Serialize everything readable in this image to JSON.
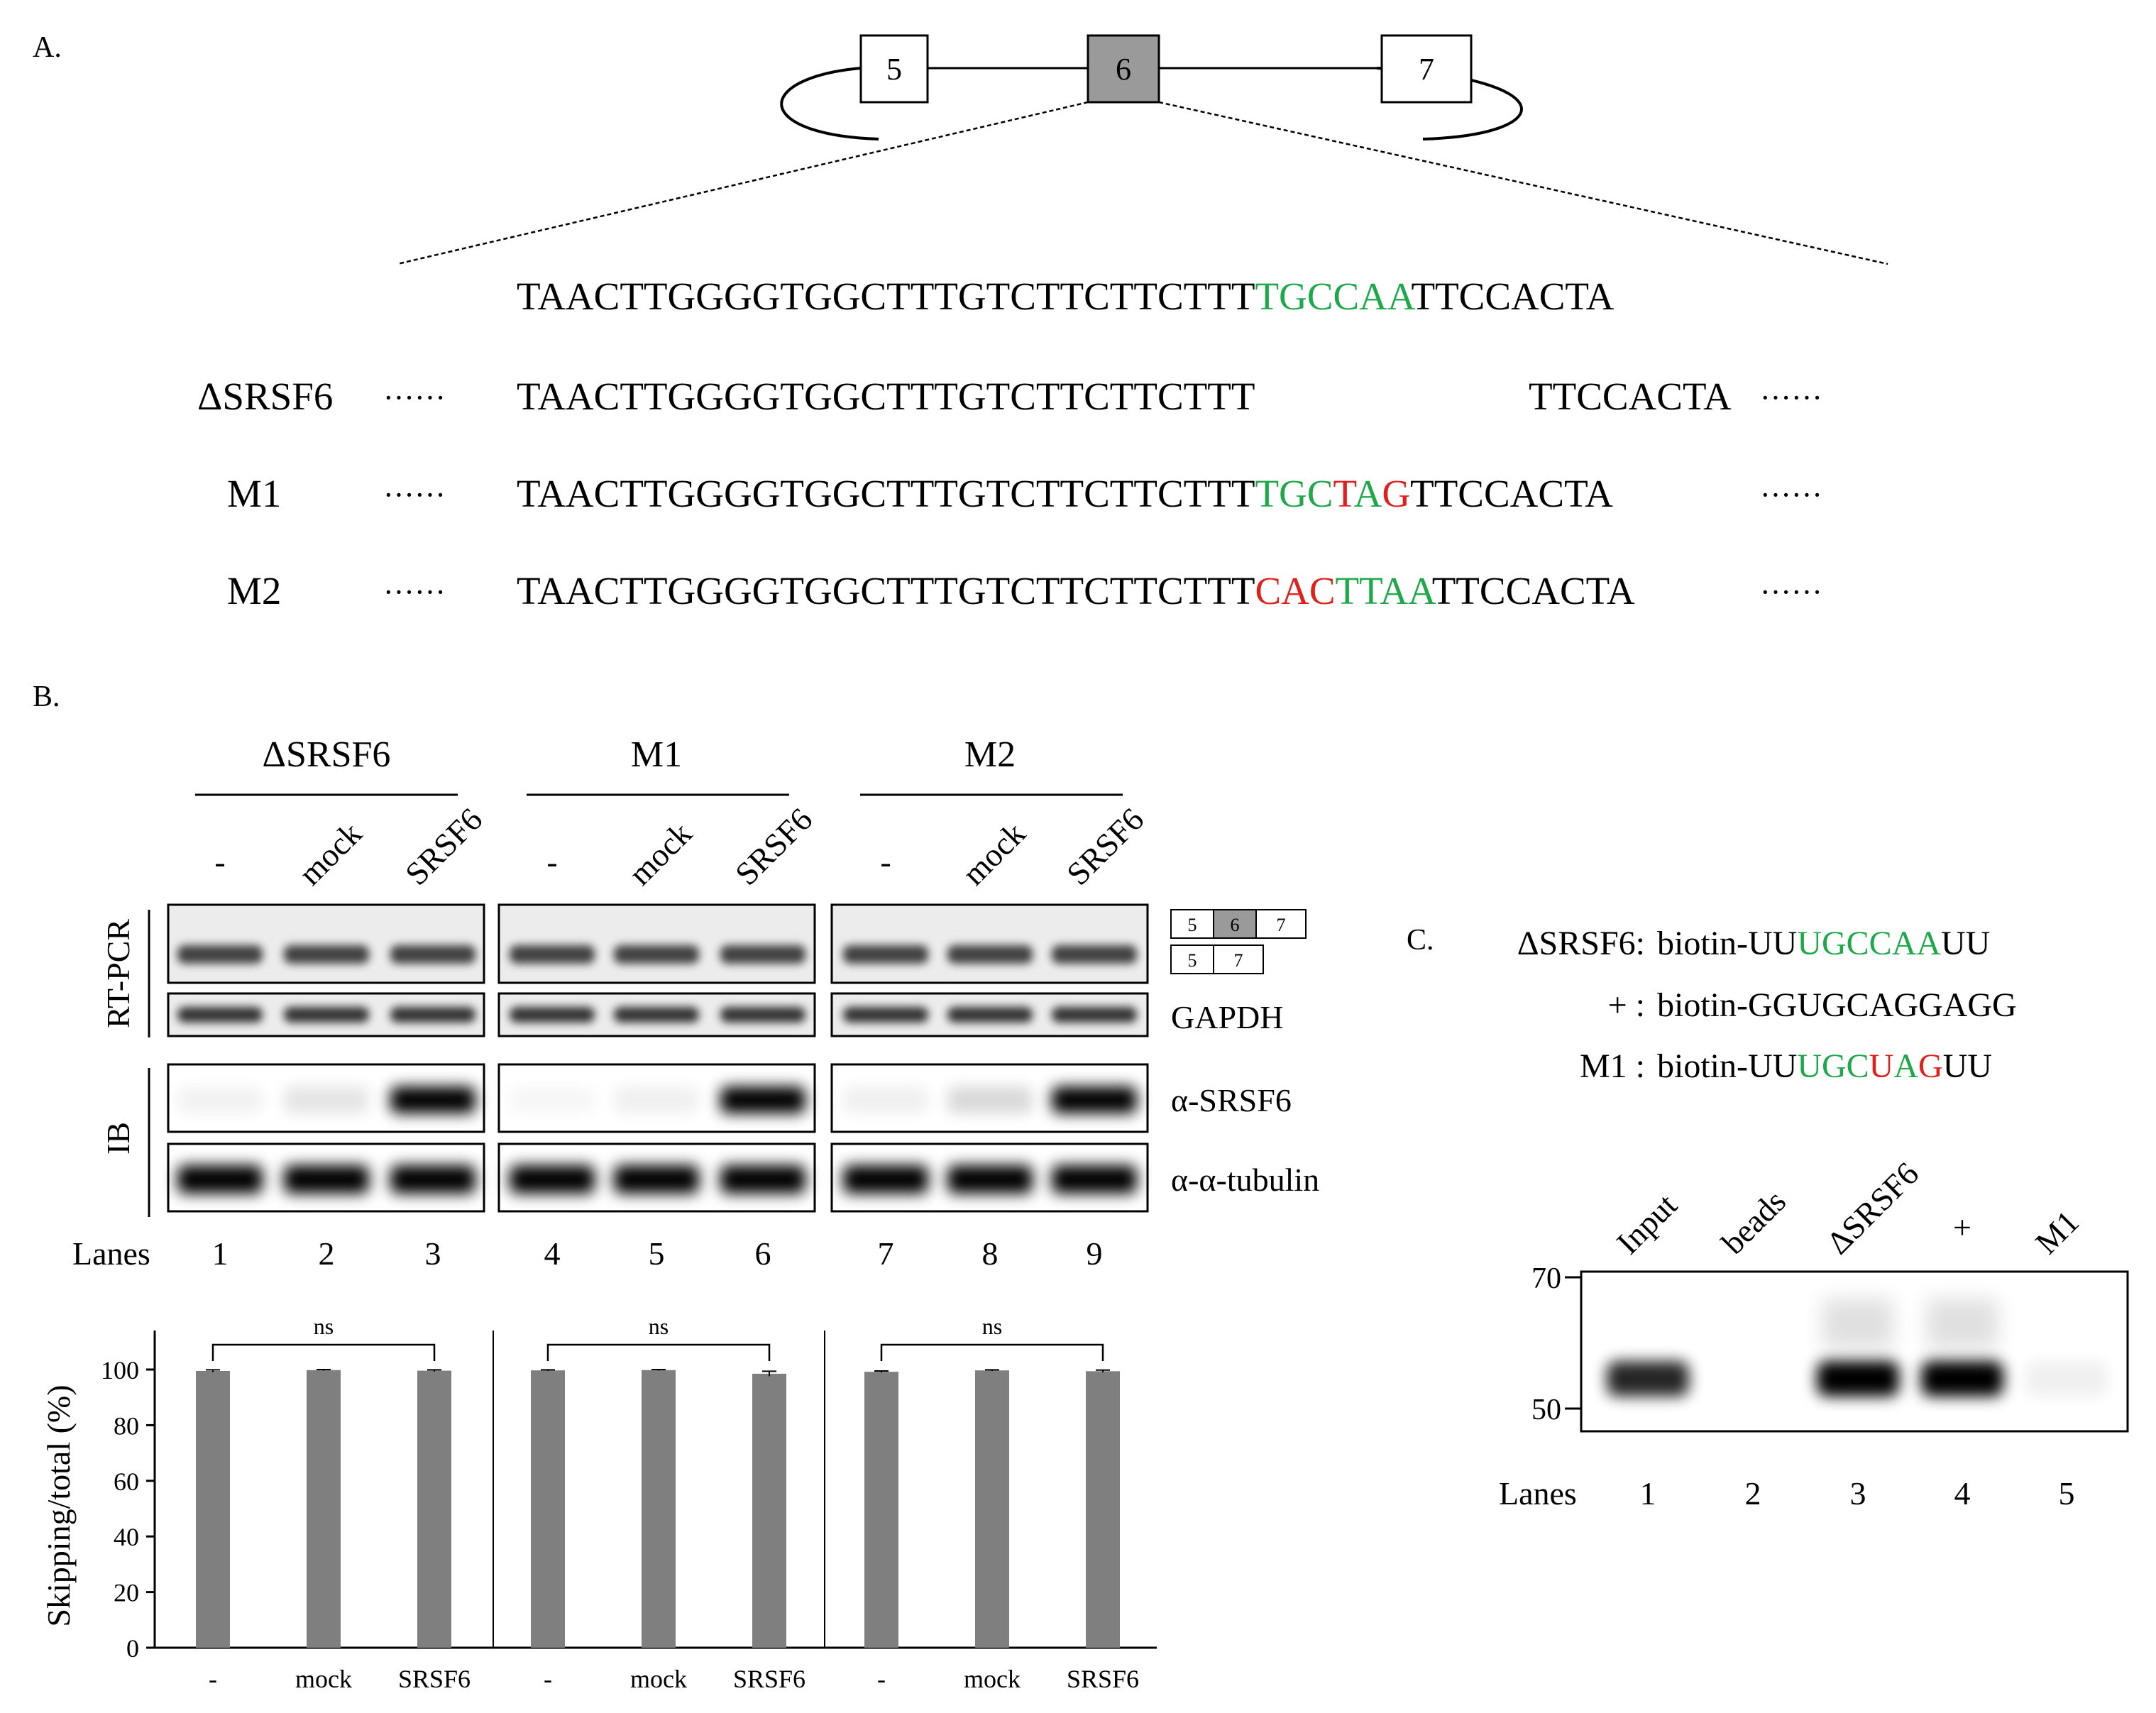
{
  "panelA": {
    "label": "A.",
    "exons": [
      "5",
      "6",
      "7"
    ],
    "wt_sequence": [
      {
        "text": "TAACTTGGGGTGGCTTTGTCTTCTTCTTT",
        "color": "#000000"
      },
      {
        "text": "TGCCAA",
        "color": "#1fa84a"
      },
      {
        "text": "TTCCACTA",
        "color": "#000000"
      }
    ],
    "variants": [
      {
        "name": "ΔSRSF6",
        "segments": [
          {
            "text": "TAACTTGGGGTGGCTTTGTCTTCTTCTTT",
            "color": "#000000"
          },
          {
            "text": "TTCCACTA",
            "color": "#000000"
          }
        ]
      },
      {
        "name": "M1",
        "segments": [
          {
            "text": "TAACTTGGGGTGGCTTTGTCTTCTTCTTT",
            "color": "#000000"
          },
          {
            "text": "TGC",
            "color": "#1fa84a"
          },
          {
            "text": "T",
            "color": "#e0201c"
          },
          {
            "text": "A",
            "color": "#1fa84a"
          },
          {
            "text": "G",
            "color": "#e0201c"
          },
          {
            "text": "TTCCACTA",
            "color": "#000000"
          }
        ]
      },
      {
        "name": "M2",
        "segments": [
          {
            "text": "TAACTTGGGGTGGCTTTGTCTTCTTCTTT",
            "color": "#000000"
          },
          {
            "text": "CAC",
            "color": "#e0201c"
          },
          {
            "text": "T",
            "color": "#1fa84a"
          },
          {
            "text": "TAA",
            "color": "#1fa84a"
          },
          {
            "text": "TTCCACTA",
            "color": "#000000"
          }
        ]
      }
    ],
    "dots": "······"
  },
  "panelB": {
    "label": "B.",
    "groups": [
      "ΔSRSF6",
      "M1",
      "M2"
    ],
    "conditions": [
      "-",
      "mock",
      "SRSF6"
    ],
    "rtpcr_label": "RT-PCR",
    "ib_label": "IB",
    "blot_labels": [
      "GAPDH",
      "α-SRSF6",
      "α-α-tubulin"
    ],
    "legend_exons": [
      "5",
      "6",
      "7"
    ],
    "lanes_label": "Lanes",
    "lanes": [
      "1",
      "2",
      "3",
      "4",
      "5",
      "6",
      "7",
      "8",
      "9"
    ],
    "srsf6_band_levels": [
      0.05,
      0.1,
      1.0,
      0.03,
      0.06,
      1.0,
      0.06,
      0.15,
      1.0
    ],
    "significance": [
      "ns",
      "ns",
      "ns"
    ]
  },
  "chart_data": {
    "type": "bar",
    "ylabel": "Skipping/total (%)",
    "ylim": [
      0,
      100
    ],
    "yticks": [
      "0",
      "20",
      "40",
      "60",
      "80",
      "100"
    ],
    "categories": [
      "-",
      "mock",
      "SRSF6",
      "-",
      "mock",
      "SRSF6",
      "-",
      "mock",
      "SRSF6"
    ],
    "values": [
      99.5,
      99.8,
      99.6,
      99.7,
      99.8,
      98.5,
      99.2,
      99.7,
      99.4
    ],
    "errors": [
      0.4,
      0.2,
      0.3,
      0.2,
      0.2,
      0.9,
      0.3,
      0.2,
      0.4
    ]
  },
  "panelC": {
    "label": "C.",
    "probes": [
      {
        "name": "ΔSRSF6:",
        "segments": [
          {
            "text": "biotin-UU",
            "color": "#000000"
          },
          {
            "text": "UGCCAA",
            "color": "#1fa84a"
          },
          {
            "text": "UU",
            "color": "#000000"
          }
        ]
      },
      {
        "name": "+ :",
        "segments": [
          {
            "text": "biotin-GGUGCAGGAGG",
            "color": "#000000"
          }
        ]
      },
      {
        "name": "M1 :",
        "segments": [
          {
            "text": "biotin-UU",
            "color": "#000000"
          },
          {
            "text": "UGC",
            "color": "#1fa84a"
          },
          {
            "text": "U",
            "color": "#e0201c"
          },
          {
            "text": "A",
            "color": "#1fa84a"
          },
          {
            "text": "G",
            "color": "#e0201c"
          },
          {
            "text": "UU",
            "color": "#000000"
          }
        ]
      }
    ],
    "lane_titles": [
      "Input",
      "beads",
      "ΔSRSF6",
      "+",
      "M1"
    ],
    "markers": [
      "70",
      "50"
    ],
    "lanes_label": "Lanes",
    "lanes": [
      "1",
      "2",
      "3",
      "4",
      "5"
    ],
    "band_levels": [
      0.85,
      0.0,
      1.0,
      1.0,
      0.06
    ]
  }
}
